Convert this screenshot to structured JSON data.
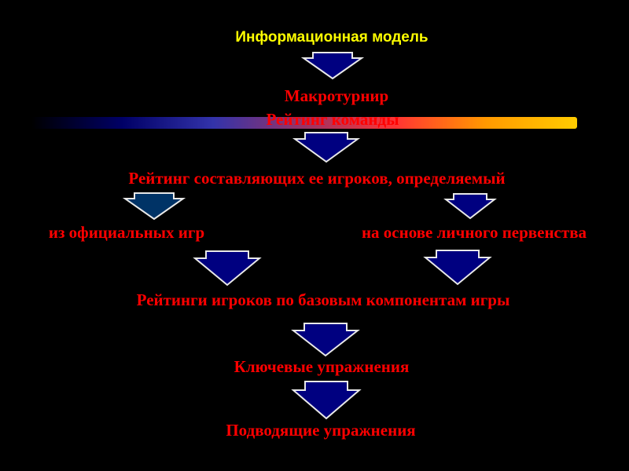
{
  "colors": {
    "background": "#000000",
    "title": "#ffff00",
    "text": "#ff0000",
    "arrow_fill": "#000080",
    "arrow_fill_alt": "#003366",
    "arrow_stroke": "#e8e8e8",
    "bar_gradient": [
      "#000000",
      "#000066",
      "#3333aa",
      "#993366",
      "#ff3333",
      "#ff9900",
      "#ffcc00"
    ]
  },
  "diagram": {
    "title": "Информационная модель",
    "level1": {
      "line1": "Макротурнир",
      "line2": "Рейтинг команды"
    },
    "level2": "Рейтинг составляющих ее игроков, определяемый",
    "branch_left": "из официальных игр",
    "branch_right": "на основе личного первенства",
    "level3": "Рейтинги игроков по базовым компонентам игры",
    "level4": "Ключевые упражнения",
    "level5": "Подводящие упражнения"
  }
}
